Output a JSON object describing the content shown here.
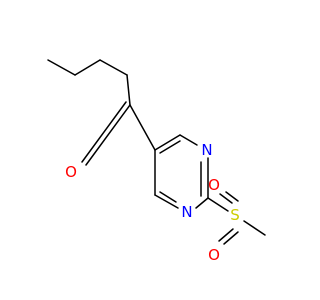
{
  "molecule": {
    "atoms": {
      "carbonyl_o": {
        "symbol": "O",
        "color": "#ff0000"
      },
      "ring_n_top": {
        "symbol": "N",
        "color": "#0000ff"
      },
      "ring_n_bottom": {
        "symbol": "N",
        "color": "#0000ff"
      },
      "sulfur": {
        "symbol": "S",
        "color": "#cccc00"
      },
      "sulfonyl_o_top": {
        "symbol": "O",
        "color": "#ff0000"
      },
      "sulfonyl_o_bottom": {
        "symbol": "O",
        "color": "#ff0000"
      }
    },
    "bond_color": "#000000"
  }
}
